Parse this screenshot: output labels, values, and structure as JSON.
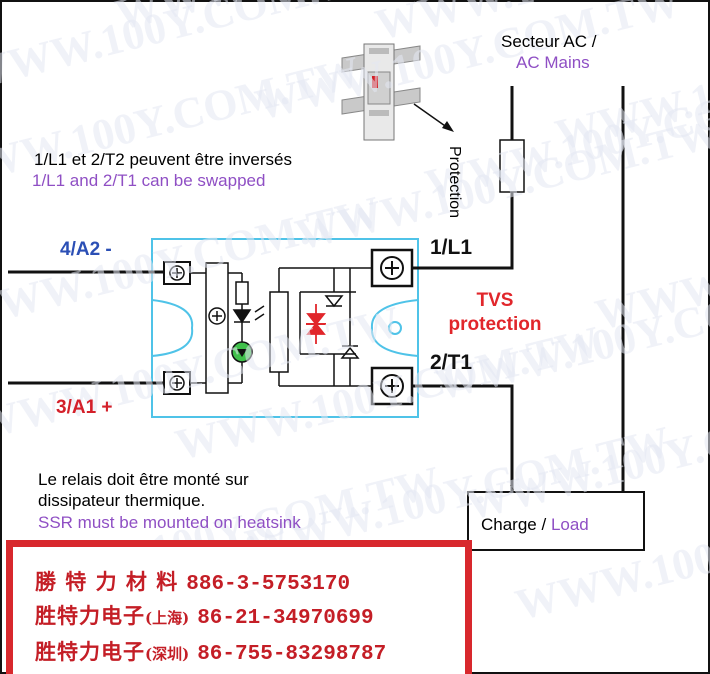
{
  "mains": {
    "fr": "Secteur AC /",
    "en": "AC Mains"
  },
  "protection": "Protection",
  "swap_note": {
    "fr": "1/L1 et 2/T2 peuvent être inversés",
    "en": "1/L1 and 2/T1 can be swapped"
  },
  "terminals": {
    "a2": "4/A2 -",
    "a1": "3/A1 +",
    "l1": "1/L1",
    "t1": "2/T1"
  },
  "tvs": {
    "line1": "TVS",
    "line2": "protection"
  },
  "heatsink_note": {
    "fr1": "Le relais doit être monté sur",
    "fr2": "dissipateur thermique.",
    "en": "SSR must be mounted on heatsink"
  },
  "load": {
    "fr": "Charge /",
    "en": "Load"
  },
  "contacts": [
    {
      "company": "勝 特 力 材 料",
      "phone": "886-3-5753170"
    },
    {
      "company": "胜特力电子",
      "branch": "(上海)",
      "phone": "86-21-34970699"
    },
    {
      "company": "胜特力电子",
      "branch": "(深圳)",
      "phone": "86-755-83298787"
    }
  ],
  "watermark": "WWW.100Y.COM.TW",
  "colors": {
    "purple": "#8f4fc4",
    "red": "#d4202a",
    "blue": "#2b4fb5",
    "ssr_outline": "#4fc3e8",
    "frame_red": "#d8282d"
  }
}
